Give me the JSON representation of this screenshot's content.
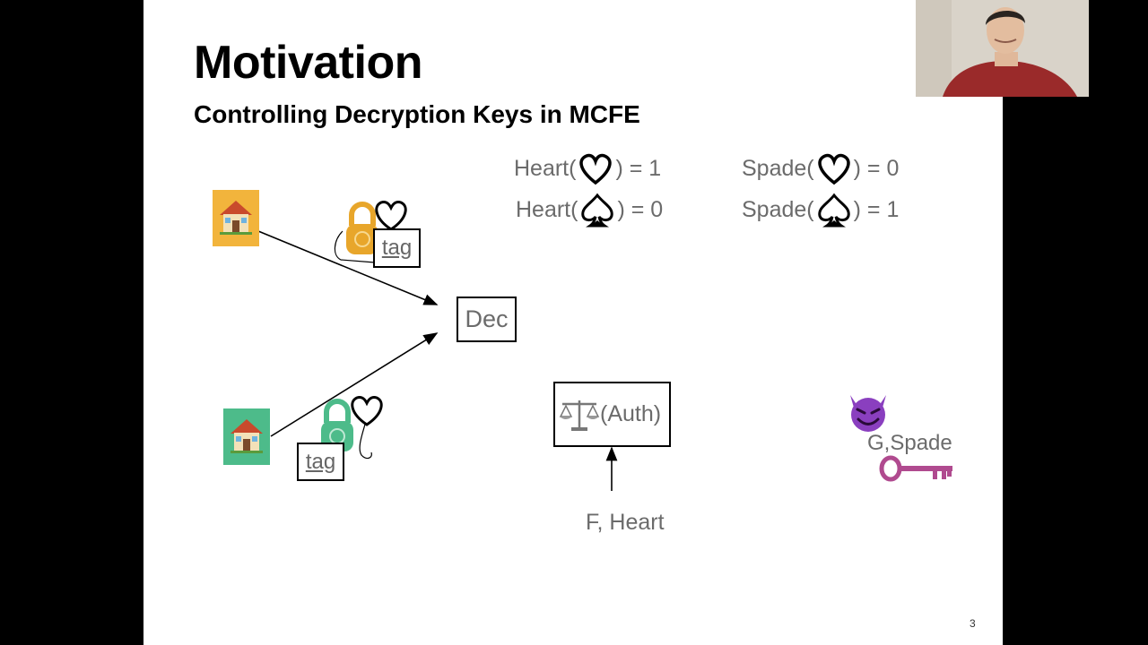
{
  "slide": {
    "title": "Motivation",
    "subtitle": "Controlling Decryption Keys in MCFE",
    "page_number": "3"
  },
  "equations": [
    {
      "func": "Heart(",
      "symbol": "heart",
      "result": ") = 1"
    },
    {
      "func": "Spade(",
      "symbol": "heart",
      "result": ") = 0"
    },
    {
      "func": "Heart(",
      "symbol": "spade",
      "result": ") = 0"
    },
    {
      "func": "Spade(",
      "symbol": "spade",
      "result": ") = 1"
    }
  ],
  "diagram": {
    "dec_label": "Dec",
    "tag_label_top": "tag",
    "tag_label_bottom": "tag",
    "auth_label": "(Auth)",
    "auth_input_label": "F, Heart",
    "adversary_key_label": "G,Spade"
  },
  "colors": {
    "house_top_bg": "#f2b43c",
    "house_bottom_bg": "#4dbb8a",
    "lock_top": "#e8a62b",
    "lock_bottom": "#4dbb8a",
    "key": "#b04a8f",
    "devil": "#8a3fbf",
    "text_gray": "#6b6b6b"
  }
}
